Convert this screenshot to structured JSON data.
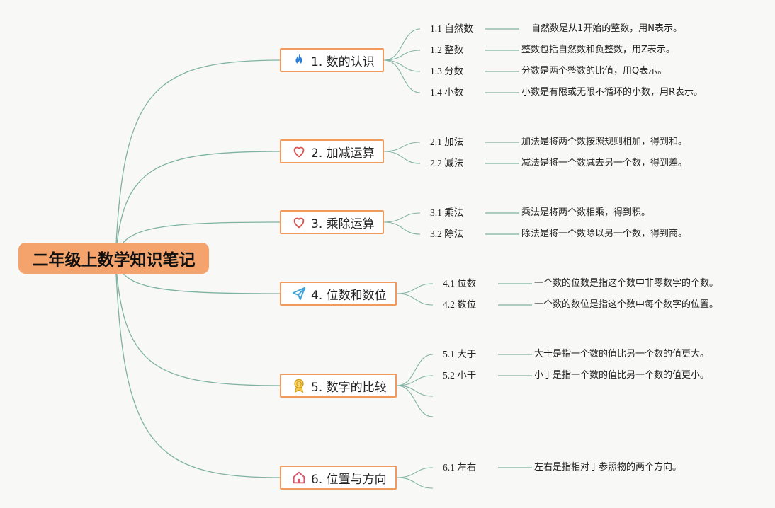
{
  "root": {
    "title": "二年级上数学知识笔记"
  },
  "colors": {
    "root_fill": "#f4a36c",
    "branch_border": "#f09a5e",
    "link": "#7fb2a3",
    "background": "#f8f8f7"
  },
  "branches": [
    {
      "title": "1. 数的认识",
      "icon": "flame-icon",
      "children": [
        {
          "label": "1.1 自然数",
          "desc": "自然数是从1开始的整数，用N表示。"
        },
        {
          "label": "1.2 整数",
          "desc": "整数包括自然数和负整数，用Z表示。"
        },
        {
          "label": "1.3 分数",
          "desc": "分数是两个整数的比值，用Q表示。"
        },
        {
          "label": "1.4 小数",
          "desc": "小数是有限或无限不循环的小数，用R表示。"
        }
      ]
    },
    {
      "title": "2. 加减运算",
      "icon": "heart-icon",
      "children": [
        {
          "label": "2.1 加法",
          "desc": "加法是将两个数按照规则相加，得到和。"
        },
        {
          "label": "2.2 减法",
          "desc": "减法是将一个数减去另一个数，得到差。"
        }
      ]
    },
    {
      "title": "3. 乘除运算",
      "icon": "heart-icon",
      "children": [
        {
          "label": "3.1 乘法",
          "desc": "乘法是将两个数相乘，得到积。"
        },
        {
          "label": "3.2 除法",
          "desc": "除法是将一个数除以另一个数，得到商。"
        }
      ]
    },
    {
      "title": "4. 位数和数位",
      "icon": "paper-plane-icon",
      "children": [
        {
          "label": "4.1 位数",
          "desc": "一个数的位数是指这个数中非零数字的个数。"
        },
        {
          "label": "4.2 数位",
          "desc": "一个数的数位是指这个数中每个数字的位置。"
        }
      ]
    },
    {
      "title": "5. 数字的比较",
      "icon": "medal-icon",
      "children": [
        {
          "label": "5.1 大于",
          "desc": "大于是指一个数的值比另一个数的值更大。"
        },
        {
          "label": "5.2 小于",
          "desc": "小于是指一个数的值比另一个数的值更小。"
        },
        {
          "label": "",
          "desc": ""
        },
        {
          "label": "",
          "desc": ""
        }
      ]
    },
    {
      "title": "6. 位置与方向",
      "icon": "house-icon",
      "children": [
        {
          "label": "6.1 左右",
          "desc": "左右是指相对于参照物的两个方向。"
        },
        {
          "label": "",
          "desc": ""
        }
      ]
    }
  ]
}
